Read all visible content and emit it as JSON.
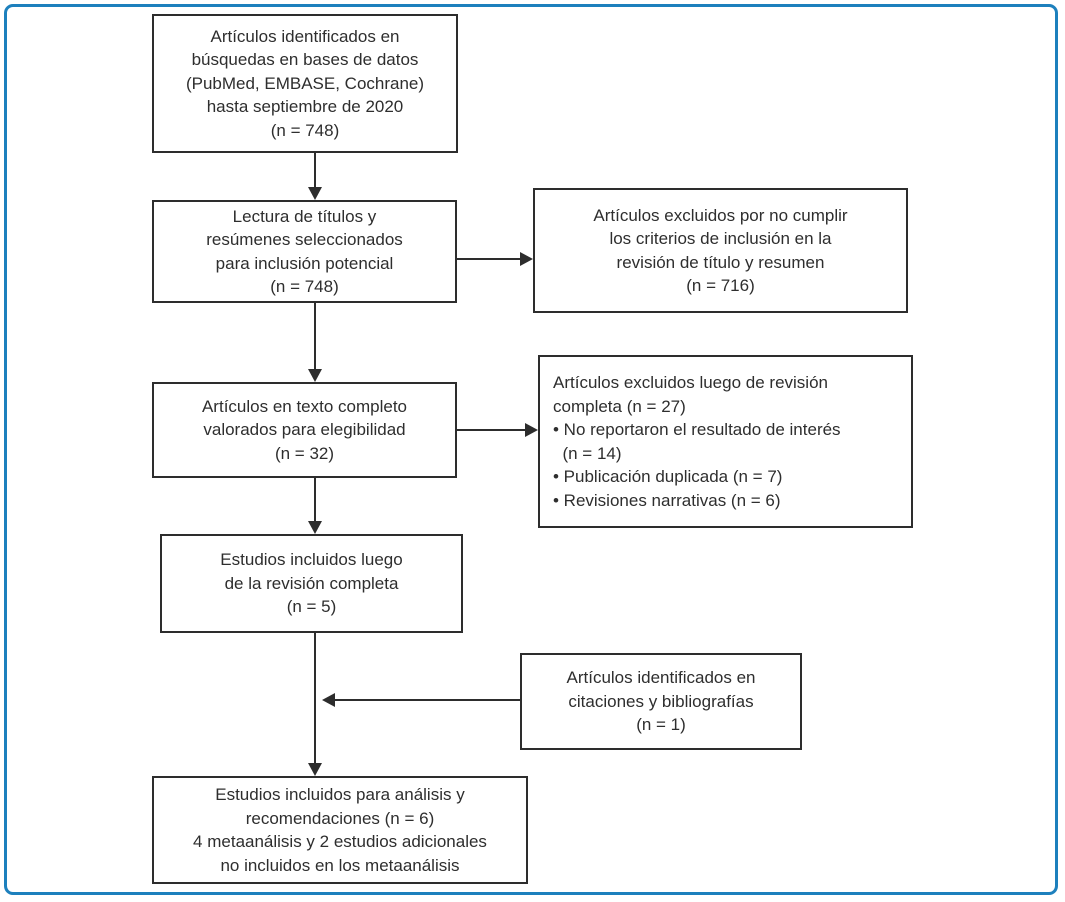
{
  "diagram": {
    "type": "prisma-flowchart",
    "colors": {
      "frame_border": "#1d80bd",
      "box_border": "#2d2d2d",
      "line": "#2d2d2d",
      "text": "#2e2e2e",
      "background": "#ffffff"
    },
    "boxes": {
      "identified": {
        "text": "Artículos identificados en\nbúsquedas en bases de datos\n(PubMed, EMBASE, Cochrane)\nhasta septiembre de 2020\n(n = 748)",
        "n": 748
      },
      "screening": {
        "text": "Lectura de títulos y\nresúmenes seleccionados\npara inclusión potencial\n(n = 748)",
        "n": 748
      },
      "excluded_title_abstract": {
        "text": "Artículos excluidos por no cumplir\nlos criterios de inclusión en la\nrevisión de título y resumen\n(n = 716)",
        "n": 716
      },
      "fulltext": {
        "text": "Artículos en texto completo\nvalorados para elegibilidad\n(n = 32)",
        "n": 32
      },
      "excluded_fulltext": {
        "text": "Artículos excluidos luego de revisión\ncompleta (n = 27)\n• No reportaron el resultado de interés\n  (n = 14)\n• Publicación duplicada (n = 7)\n• Revisiones narrativas (n = 6)",
        "n": 27
      },
      "included_review": {
        "text": "Estudios incluidos luego\nde la revisión completa\n(n = 5)",
        "n": 5
      },
      "citations": {
        "text": "Artículos identificados en\ncitaciones y bibliografías\n(n = 1)",
        "n": 1
      },
      "final": {
        "text": "Estudios incluidos para análisis y\nrecomendaciones (n = 6)\n4 metaanálisis y 2 estudios adicionales\nno incluidos en los metaanálisis",
        "n": 6
      }
    },
    "edges": [
      {
        "from": "identified",
        "to": "screening",
        "direction": "down"
      },
      {
        "from": "screening",
        "to": "excluded_title_abstract",
        "direction": "right"
      },
      {
        "from": "screening",
        "to": "fulltext",
        "direction": "down"
      },
      {
        "from": "fulltext",
        "to": "excluded_fulltext",
        "direction": "right"
      },
      {
        "from": "fulltext",
        "to": "included_review",
        "direction": "down"
      },
      {
        "from": "included_review",
        "to": "final",
        "direction": "down"
      },
      {
        "from": "citations",
        "to": "final",
        "direction": "left-into-main-flow"
      }
    ]
  }
}
